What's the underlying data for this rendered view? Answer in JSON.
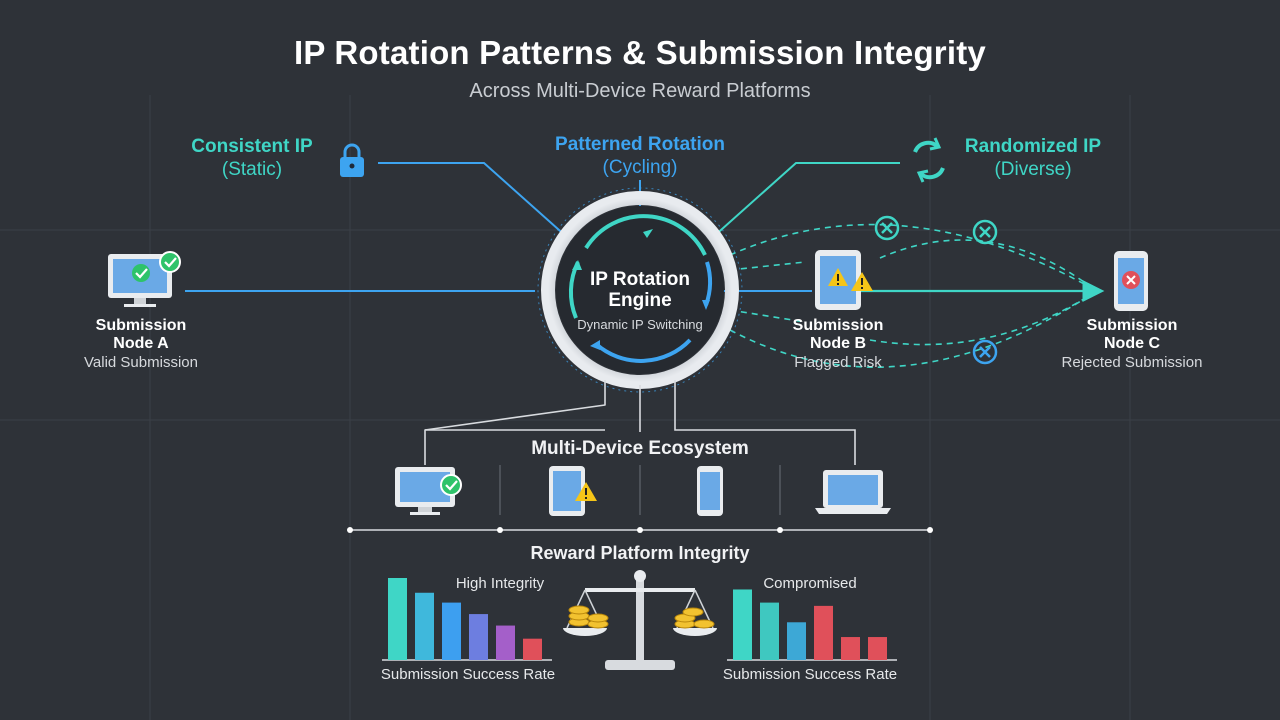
{
  "header": {
    "title": "IP Rotation Patterns & Submission Integrity",
    "subtitle": "Across Multi-Device Reward Platforms"
  },
  "modes": [
    {
      "label": "Consistent IP",
      "sub": "(Static)",
      "color": "#3fd6c6",
      "icon": "lock-icon"
    },
    {
      "label": "Patterned Rotation",
      "sub": "(Cycling)",
      "color": "#3da4f0",
      "icon": "cycle-icon"
    },
    {
      "label": "Randomized IP",
      "sub": "(Diverse)",
      "color": "#3fd6c6",
      "icon": "refresh-icon"
    }
  ],
  "engine": {
    "title_line1": "IP Rotation",
    "title_line2": "Engine",
    "sub": "Dynamic IP Switching"
  },
  "nodes": [
    {
      "name_line1": "Submission",
      "name_line2": "Node A",
      "status": "Valid Submission",
      "badge": "check-icon"
    },
    {
      "name_line1": "Submission",
      "name_line2": "Node B",
      "status": "Flagged Risk",
      "badge": "warning-icon"
    },
    {
      "name_line1": "Submission",
      "name_line2": "Node C",
      "status": "Rejected Submission",
      "badge": "reject-icon"
    }
  ],
  "ecosystem": {
    "title": "Multi-Device Ecosystem",
    "devices": [
      "desktop-icon",
      "tablet-icon",
      "phone-icon",
      "laptop-icon"
    ]
  },
  "integrity": {
    "title": "Reward Platform Integrity",
    "left_label": "High Integrity",
    "right_label": "Compromised",
    "left_caption": "Submission Success Rate",
    "right_caption": "Submission Success Rate",
    "center_icon": "balance-scale-icon"
  },
  "chart_data": [
    {
      "type": "bar",
      "title": "High Integrity",
      "xlabel": "Submission Success Rate",
      "values": [
        100,
        82,
        70,
        56,
        42,
        26
      ],
      "colors": [
        "#3fd6c6",
        "#3fb8dc",
        "#3d9ff0",
        "#6d7ee0",
        "#a45fc9",
        "#e0505a"
      ]
    },
    {
      "type": "bar",
      "title": "Compromised",
      "xlabel": "Submission Success Rate",
      "values": [
        86,
        70,
        46,
        66,
        28,
        28
      ],
      "colors": [
        "#3fd6c6",
        "#3fc8c0",
        "#3da8d6",
        "#e0505a",
        "#e0505a",
        "#e0505a"
      ]
    }
  ],
  "colors": {
    "teal": "#3fd6c6",
    "blue": "#3da4f0",
    "green": "#2ec36a",
    "warning": "#f5c518",
    "danger": "#e0505a",
    "background": "#2e3238"
  }
}
